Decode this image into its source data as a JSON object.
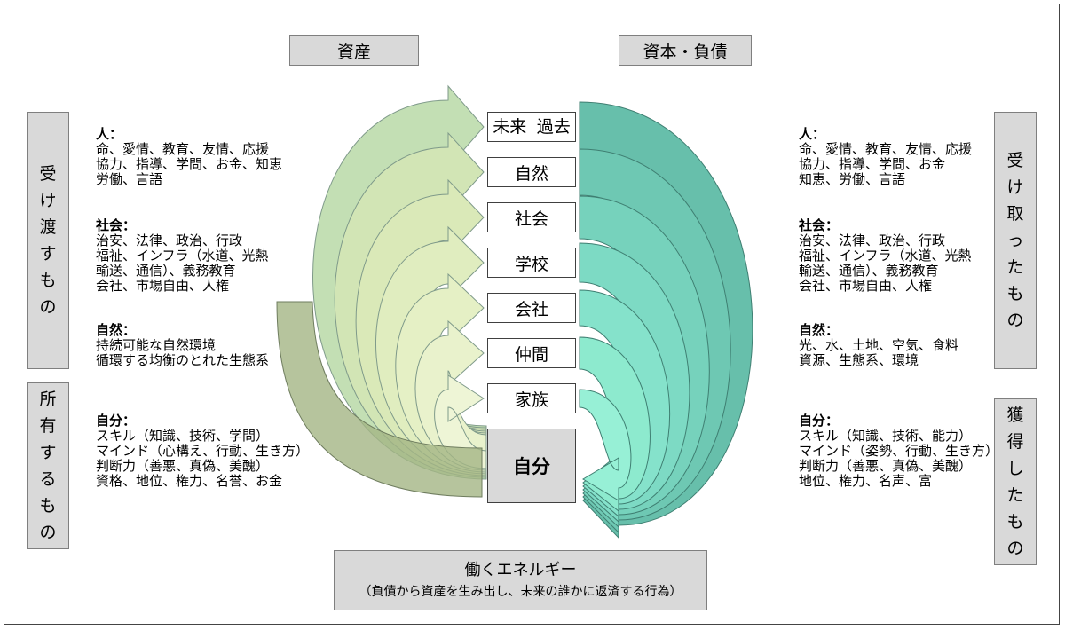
{
  "headings": {
    "assets": "資産",
    "capital_liabilities": "資本・負債"
  },
  "left_labels": {
    "pass_on": "受け渡すもの",
    "possess": "所有するもの"
  },
  "right_labels": {
    "received": "受け取ったもの",
    "acquired": "獲得したもの"
  },
  "center_boxes": {
    "future": "未来",
    "past": "過去",
    "items": [
      "自然",
      "社会",
      "学校",
      "会社",
      "仲間",
      "家族"
    ],
    "self": "自分"
  },
  "left_groups": [
    {
      "heading": "人：",
      "lines": [
        "命、愛情、教育、友情、応援",
        "協力、指導、学問、お金、知恵",
        "労働、言語"
      ]
    },
    {
      "heading": "社会：",
      "lines": [
        "治安、法律、政治、行政",
        "福祉、インフラ（水道、光熱",
        "輸送、通信）、義務教育",
        "会社、市場自由、人権"
      ]
    },
    {
      "heading": "自然：",
      "lines": [
        "持続可能な自然環境",
        "循環する均衡のとれた生態系"
      ]
    },
    {
      "heading": "自分：",
      "lines": [
        "スキル（知識、技術、学問）",
        "マインド（心構え、行動、生き方）",
        "判断力（善悪、真偽、美醜）",
        "資格、地位、権力、名誉、お金"
      ]
    }
  ],
  "right_groups": [
    {
      "heading": "人：",
      "lines": [
        "命、愛情、教育、友情、応援",
        "協力、指導、学問、お金",
        "知恵、労働、言語"
      ]
    },
    {
      "heading": "社会：",
      "lines": [
        "治安、法律、政治、行政",
        "福祉、インフラ（水道、光熱",
        "輸送、通信）、義務教育",
        "会社、市場自由、人権"
      ]
    },
    {
      "heading": "自然：",
      "lines": [
        "光、水、土地、空気、食料",
        "資源、生態系、環境"
      ]
    },
    {
      "heading": "自分：",
      "lines": [
        "スキル（知識、技術、能力）",
        "マインド（姿勢、行動、生き方）",
        "判断力（善悪、真偽、美醜）",
        "地位、権力、名声、富"
      ]
    }
  ],
  "bottom": {
    "title": "働くエネルギー",
    "subtitle": "（負債から資産を生み出し、未来の誰かに返済する行為）"
  },
  "colors": {
    "left_arrows": [
      "#c3dfb4",
      "#d2e5b5",
      "#dae9b8",
      "#e0edbf",
      "#e5f0c5",
      "#e9f2cc",
      "#eef5d6"
    ],
    "left_dark_band": "#a4b585",
    "right_arrows": [
      "#67bfab",
      "#6ec8b3",
      "#76d2bc",
      "#7ddac4",
      "#85e2cb",
      "#8deace",
      "#97f0d6"
    ],
    "box_fill": "#d9d9d9"
  }
}
